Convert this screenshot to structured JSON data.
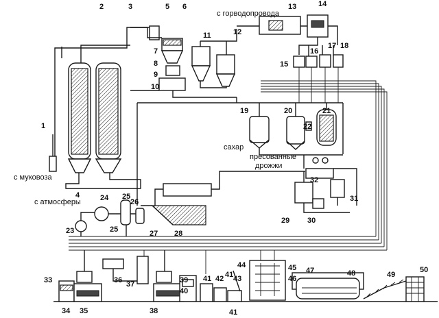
{
  "labels": {
    "water_supply": "с горводопровода",
    "flour_truck": "с муковоза",
    "atmosphere": "с атмосферы",
    "sugar": "сахар",
    "pressed_yeast_1": "пресованные",
    "pressed_yeast_2": "дрожжи"
  },
  "numbers": [
    "1",
    "2",
    "3",
    "4",
    "5",
    "6",
    "7",
    "8",
    "9",
    "10",
    "11",
    "12",
    "13",
    "14",
    "15",
    "16",
    "17",
    "18",
    "19",
    "20",
    "21",
    "22",
    "23",
    "24",
    "25",
    "26",
    "27",
    "28",
    "29",
    "30",
    "31",
    "32",
    "33",
    "34",
    "35",
    "36",
    "37",
    "38",
    "39",
    "40",
    "41",
    "42",
    "43",
    "44",
    "45",
    "46",
    "47",
    "48",
    "49",
    "50"
  ]
}
